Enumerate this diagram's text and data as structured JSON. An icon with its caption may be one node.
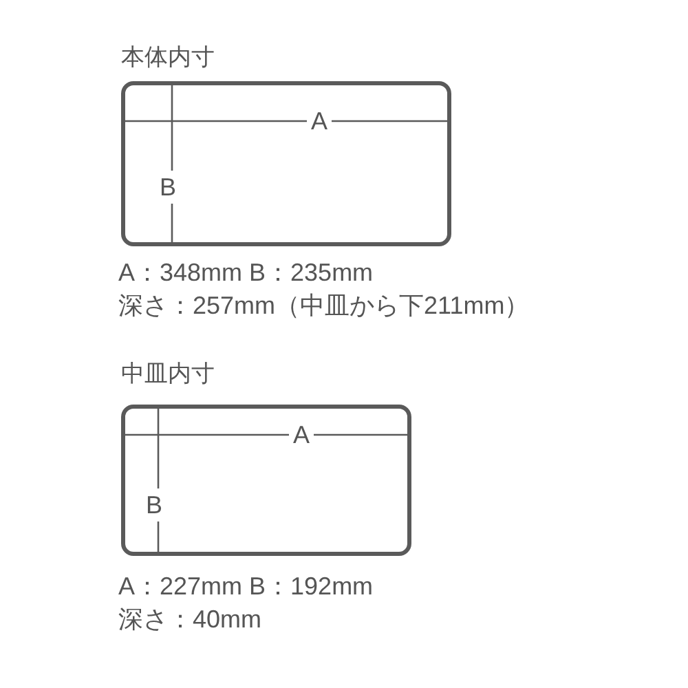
{
  "diagram": {
    "nodes": [
      {
        "text": [
          "本体内寸"
        ],
        "beside": [
          "A：348mm B：235mm",
          "深さ：257mm（中皿から下211mm）"
        ]
      },
      {
        "text": [
          "中皿内寸"
        ],
        "beside": [
          "A：227mm B：192mm",
          "深さ：40mm"
        ]
      }
    ],
    "labels": [
      "A",
      "B",
      "A",
      "B"
    ]
  }
}
